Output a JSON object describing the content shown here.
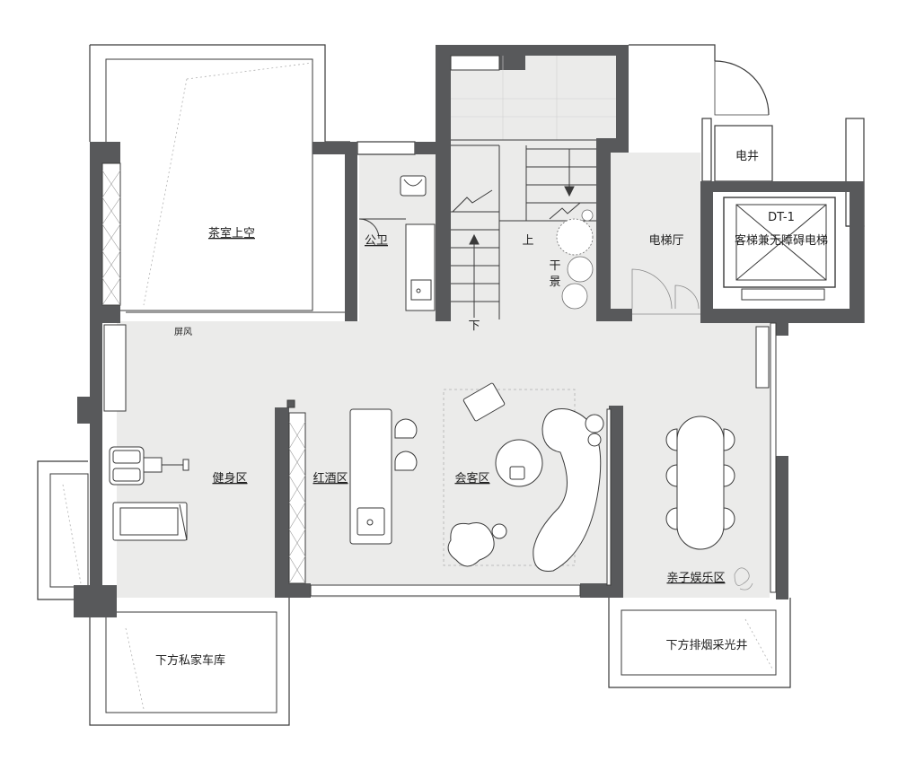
{
  "labels": {
    "tea_room_void": "茶室上空",
    "public_toilet": "公卫",
    "screen": "屏风",
    "up_arrow": "上",
    "down_arrow": "下",
    "dry_scape_1": "干",
    "dry_scape_2": "景",
    "elevator_hall": "电梯厅",
    "electric_shaft": "电井",
    "elevator_code": "DT-1",
    "elevator_name": "客梯兼无障碍电梯",
    "gym_area": "健身区",
    "wine_area": "红酒区",
    "reception_area": "会客区",
    "family_area": "亲子娱乐区",
    "garage_below": "下方私家车库",
    "lightwell_below": "下方排烟采光井"
  },
  "colors": {
    "wall": "#58595b",
    "floor": "#ebebea",
    "line": "#3a3a3a",
    "thin": "#9a9a9a",
    "furniture": "#ffffff"
  }
}
